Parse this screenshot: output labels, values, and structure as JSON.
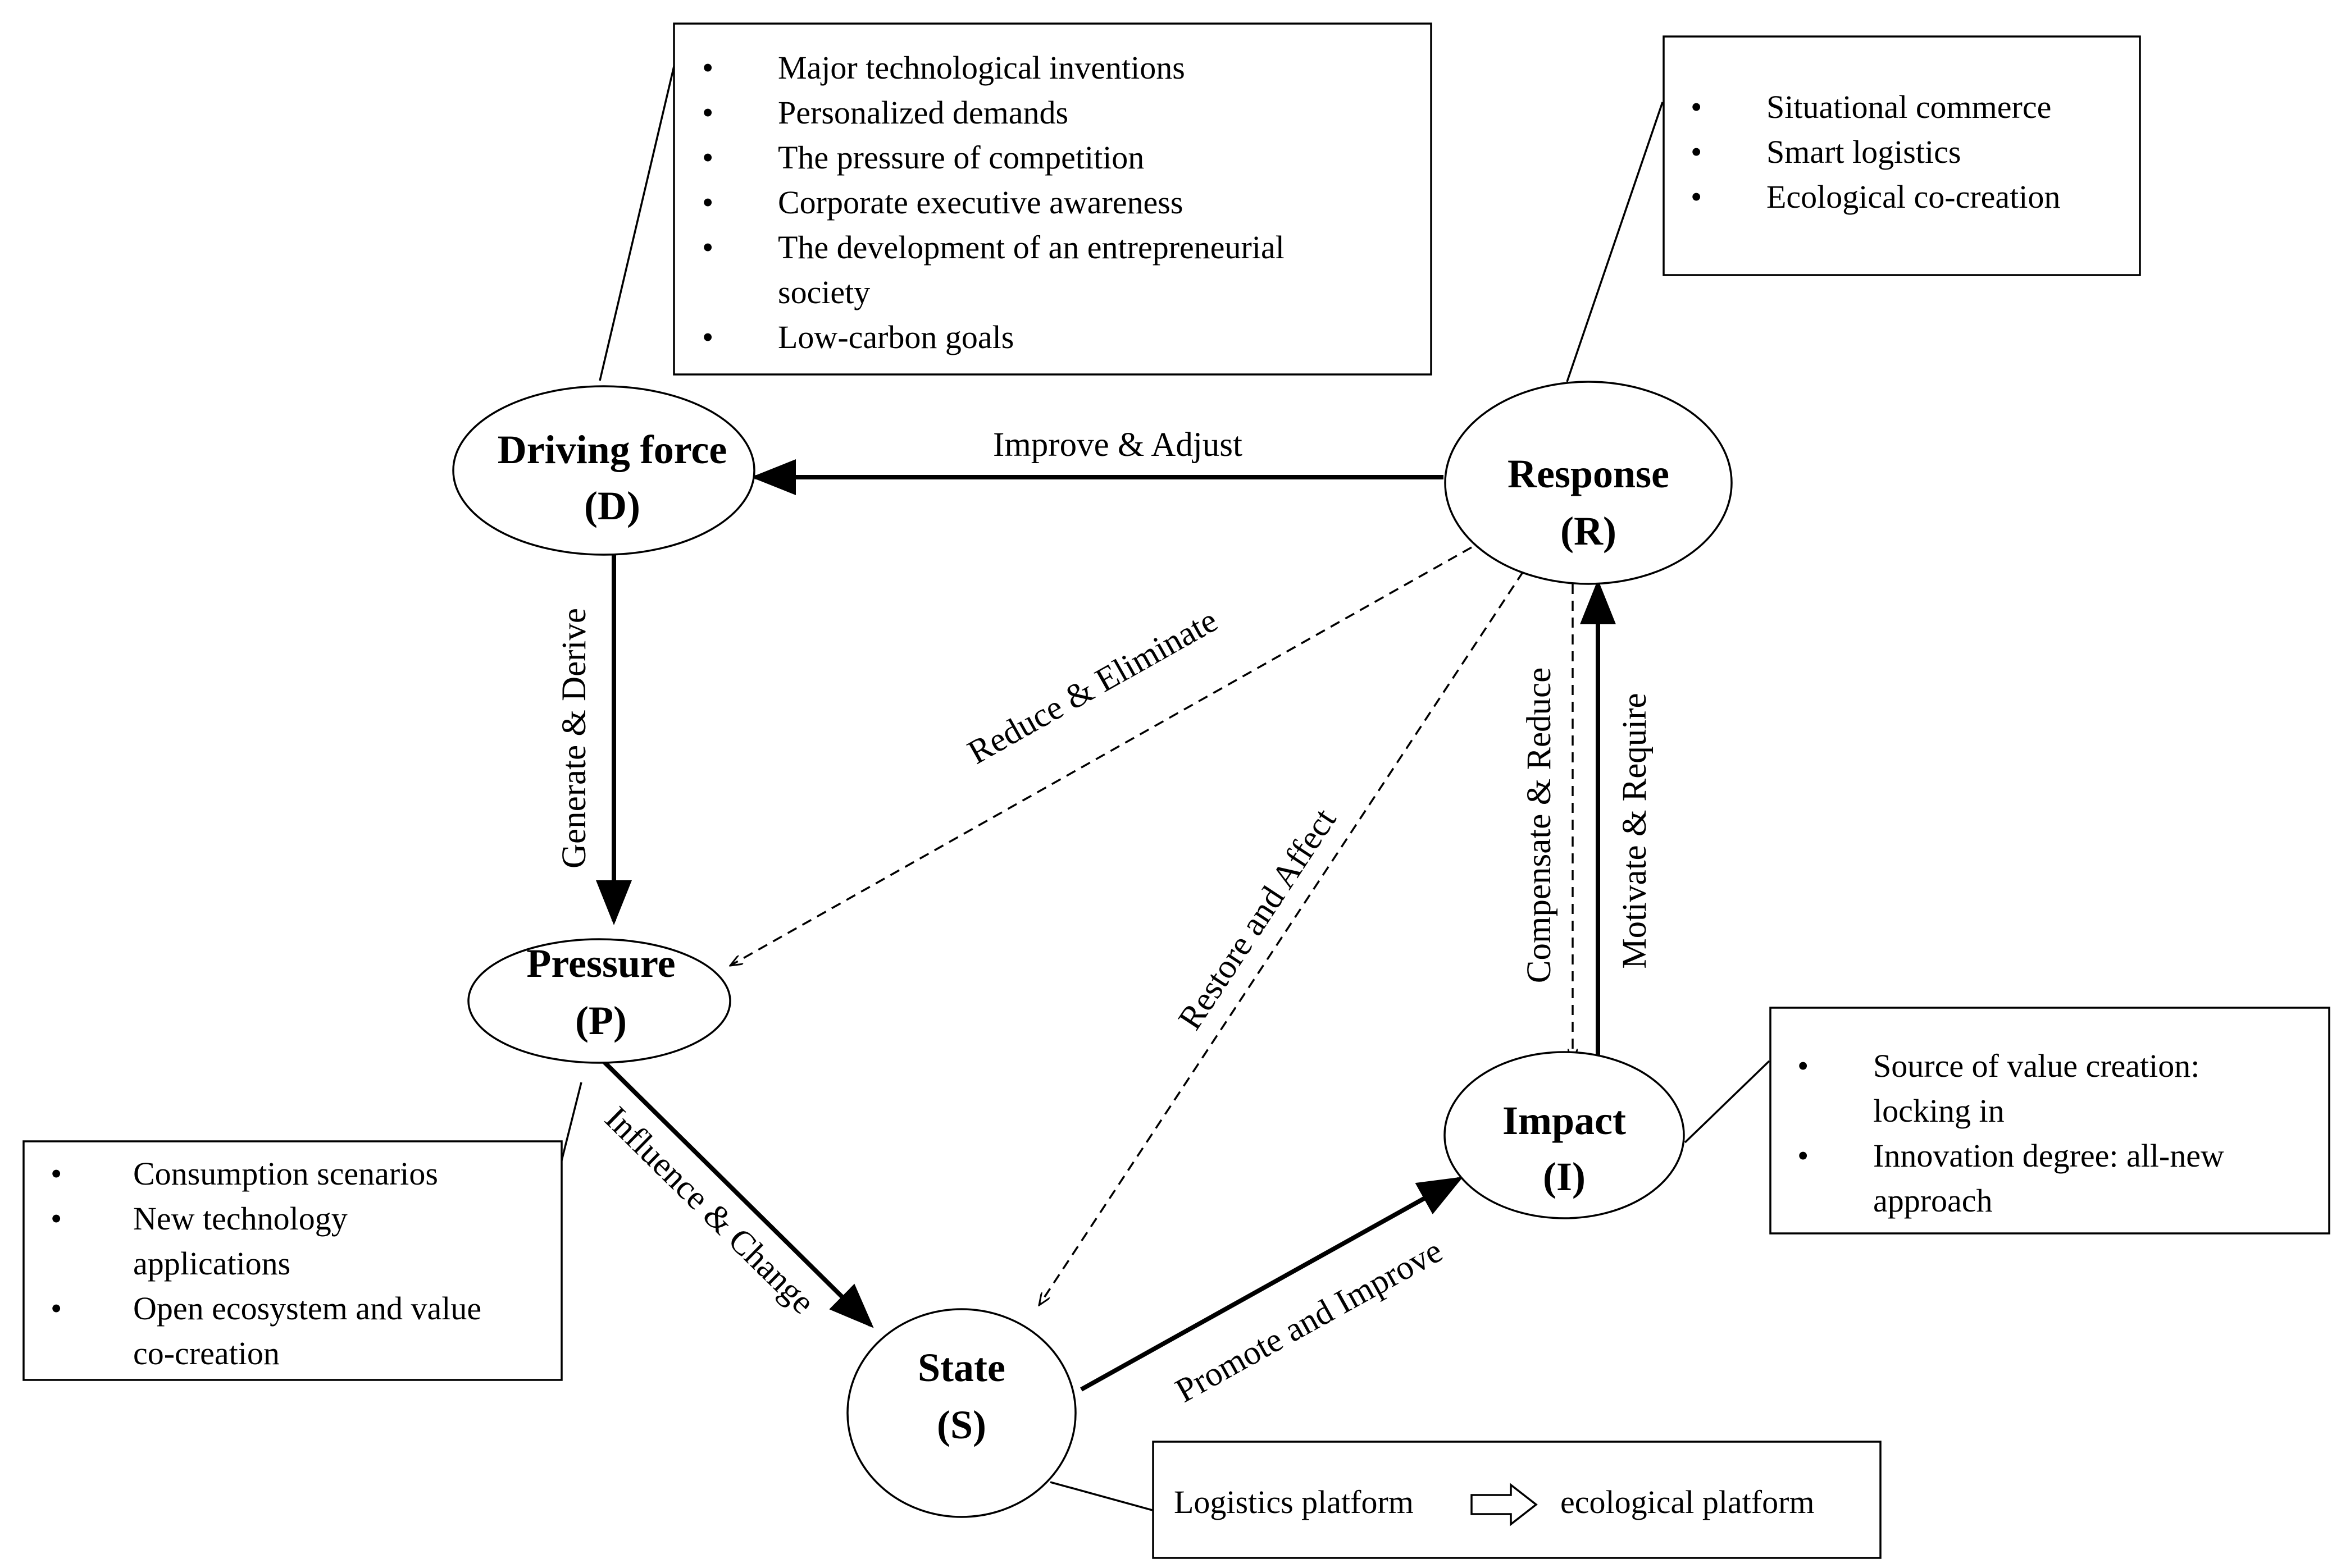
{
  "nodes": {
    "driving_force": {
      "line1": "Driving force",
      "line2": "(D)"
    },
    "response": {
      "line1": "Response",
      "line2": "(R)"
    },
    "pressure": {
      "line1": "Pressure",
      "line2": "(P)"
    },
    "impact": {
      "line1": "Impact",
      "line2": "(I)"
    },
    "state": {
      "line1": "State",
      "line2": "(S)"
    }
  },
  "edges": {
    "improve_adjust": "Improve & Adjust",
    "generate_derive": "Generate & Derive",
    "reduce_eliminate": "Reduce & Eliminate",
    "restore_affect": "Restore and Affect",
    "compensate_reduce": "Compensate & Reduce",
    "motivate_require": "Motivate & Require",
    "influence_change": "Influence & Change",
    "promote_improve": "Promote and Improve"
  },
  "boxes": {
    "driving_force": {
      "items": [
        [
          "Major technological inventions"
        ],
        [
          "Personalized demands"
        ],
        [
          "The pressure of competition"
        ],
        [
          "Corporate executive awareness"
        ],
        [
          "The development of an entrepreneurial",
          "society"
        ],
        [
          "Low-carbon goals"
        ]
      ]
    },
    "response": {
      "items": [
        [
          "Situational commerce"
        ],
        [
          "Smart logistics"
        ],
        [
          "Ecological co-creation"
        ]
      ]
    },
    "pressure": {
      "items": [
        [
          "Consumption scenarios"
        ],
        [
          "New technology",
          "applications"
        ],
        [
          "Open ecosystem and value",
          "co-creation"
        ]
      ]
    },
    "impact": {
      "items": [
        [
          "Source of value creation:",
          "locking in"
        ],
        [
          "Innovation degree: all-new",
          "approach"
        ]
      ]
    },
    "state": {
      "from": "Logistics platform",
      "to": "ecological platform"
    }
  },
  "bullet": "•"
}
